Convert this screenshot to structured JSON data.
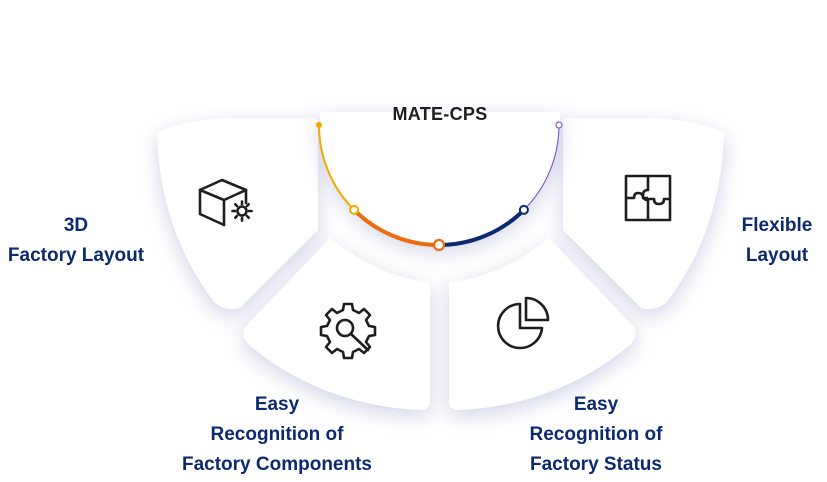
{
  "center": {
    "title": "MATE-CPS"
  },
  "segments": [
    {
      "id": "factory-3d",
      "icon": "cube-gear-icon",
      "label_lines": [
        "3D",
        "Factory Layout"
      ]
    },
    {
      "id": "flexible-layout",
      "icon": "puzzle-icon",
      "label_lines": [
        "Flexible",
        "Layout"
      ]
    },
    {
      "id": "recognition-components",
      "icon": "gear-search-icon",
      "label_lines": [
        "Easy",
        "Recognition of",
        "Factory Components"
      ]
    },
    {
      "id": "recognition-status",
      "icon": "pie-chart-icon",
      "label_lines": [
        "Easy",
        "Recognition of",
        "Factory Status"
      ]
    }
  ],
  "colors": {
    "label": "#0b2a6f",
    "arc_yellow": "#f2a900",
    "arc_orange": "#ee6b0b",
    "arc_navy": "#0b2a6f",
    "arc_purple": "#7b57c9",
    "icon_stroke": "#1e1e1e"
  }
}
